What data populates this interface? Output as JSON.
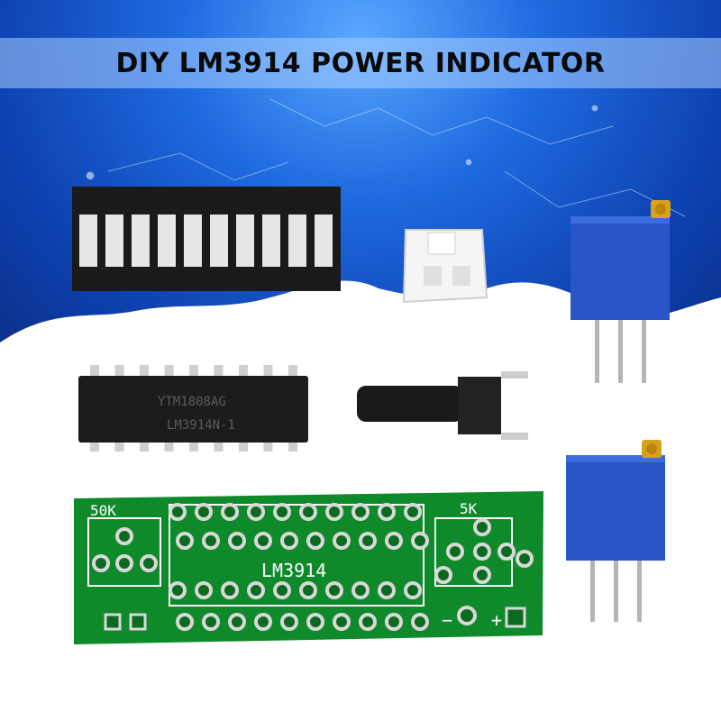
{
  "title": "DIY LM3914 POWER INDICATOR",
  "chip": {
    "line1": "YTM1808AG",
    "line2": "LM3914N-1"
  },
  "pcb": {
    "pot_left_label": "50K",
    "ic_label": "LM3914",
    "pot_right_label": "5K",
    "minus_label": "−",
    "plus_label": "+"
  },
  "colors": {
    "background_top": "#1f6be0",
    "pcb_green": "#0f8a2a",
    "pot_blue": "#2a55c8",
    "led_bar_black": "#1a1a1a",
    "led_segment": "#e6e6e6"
  },
  "led_bar_segments": 10
}
